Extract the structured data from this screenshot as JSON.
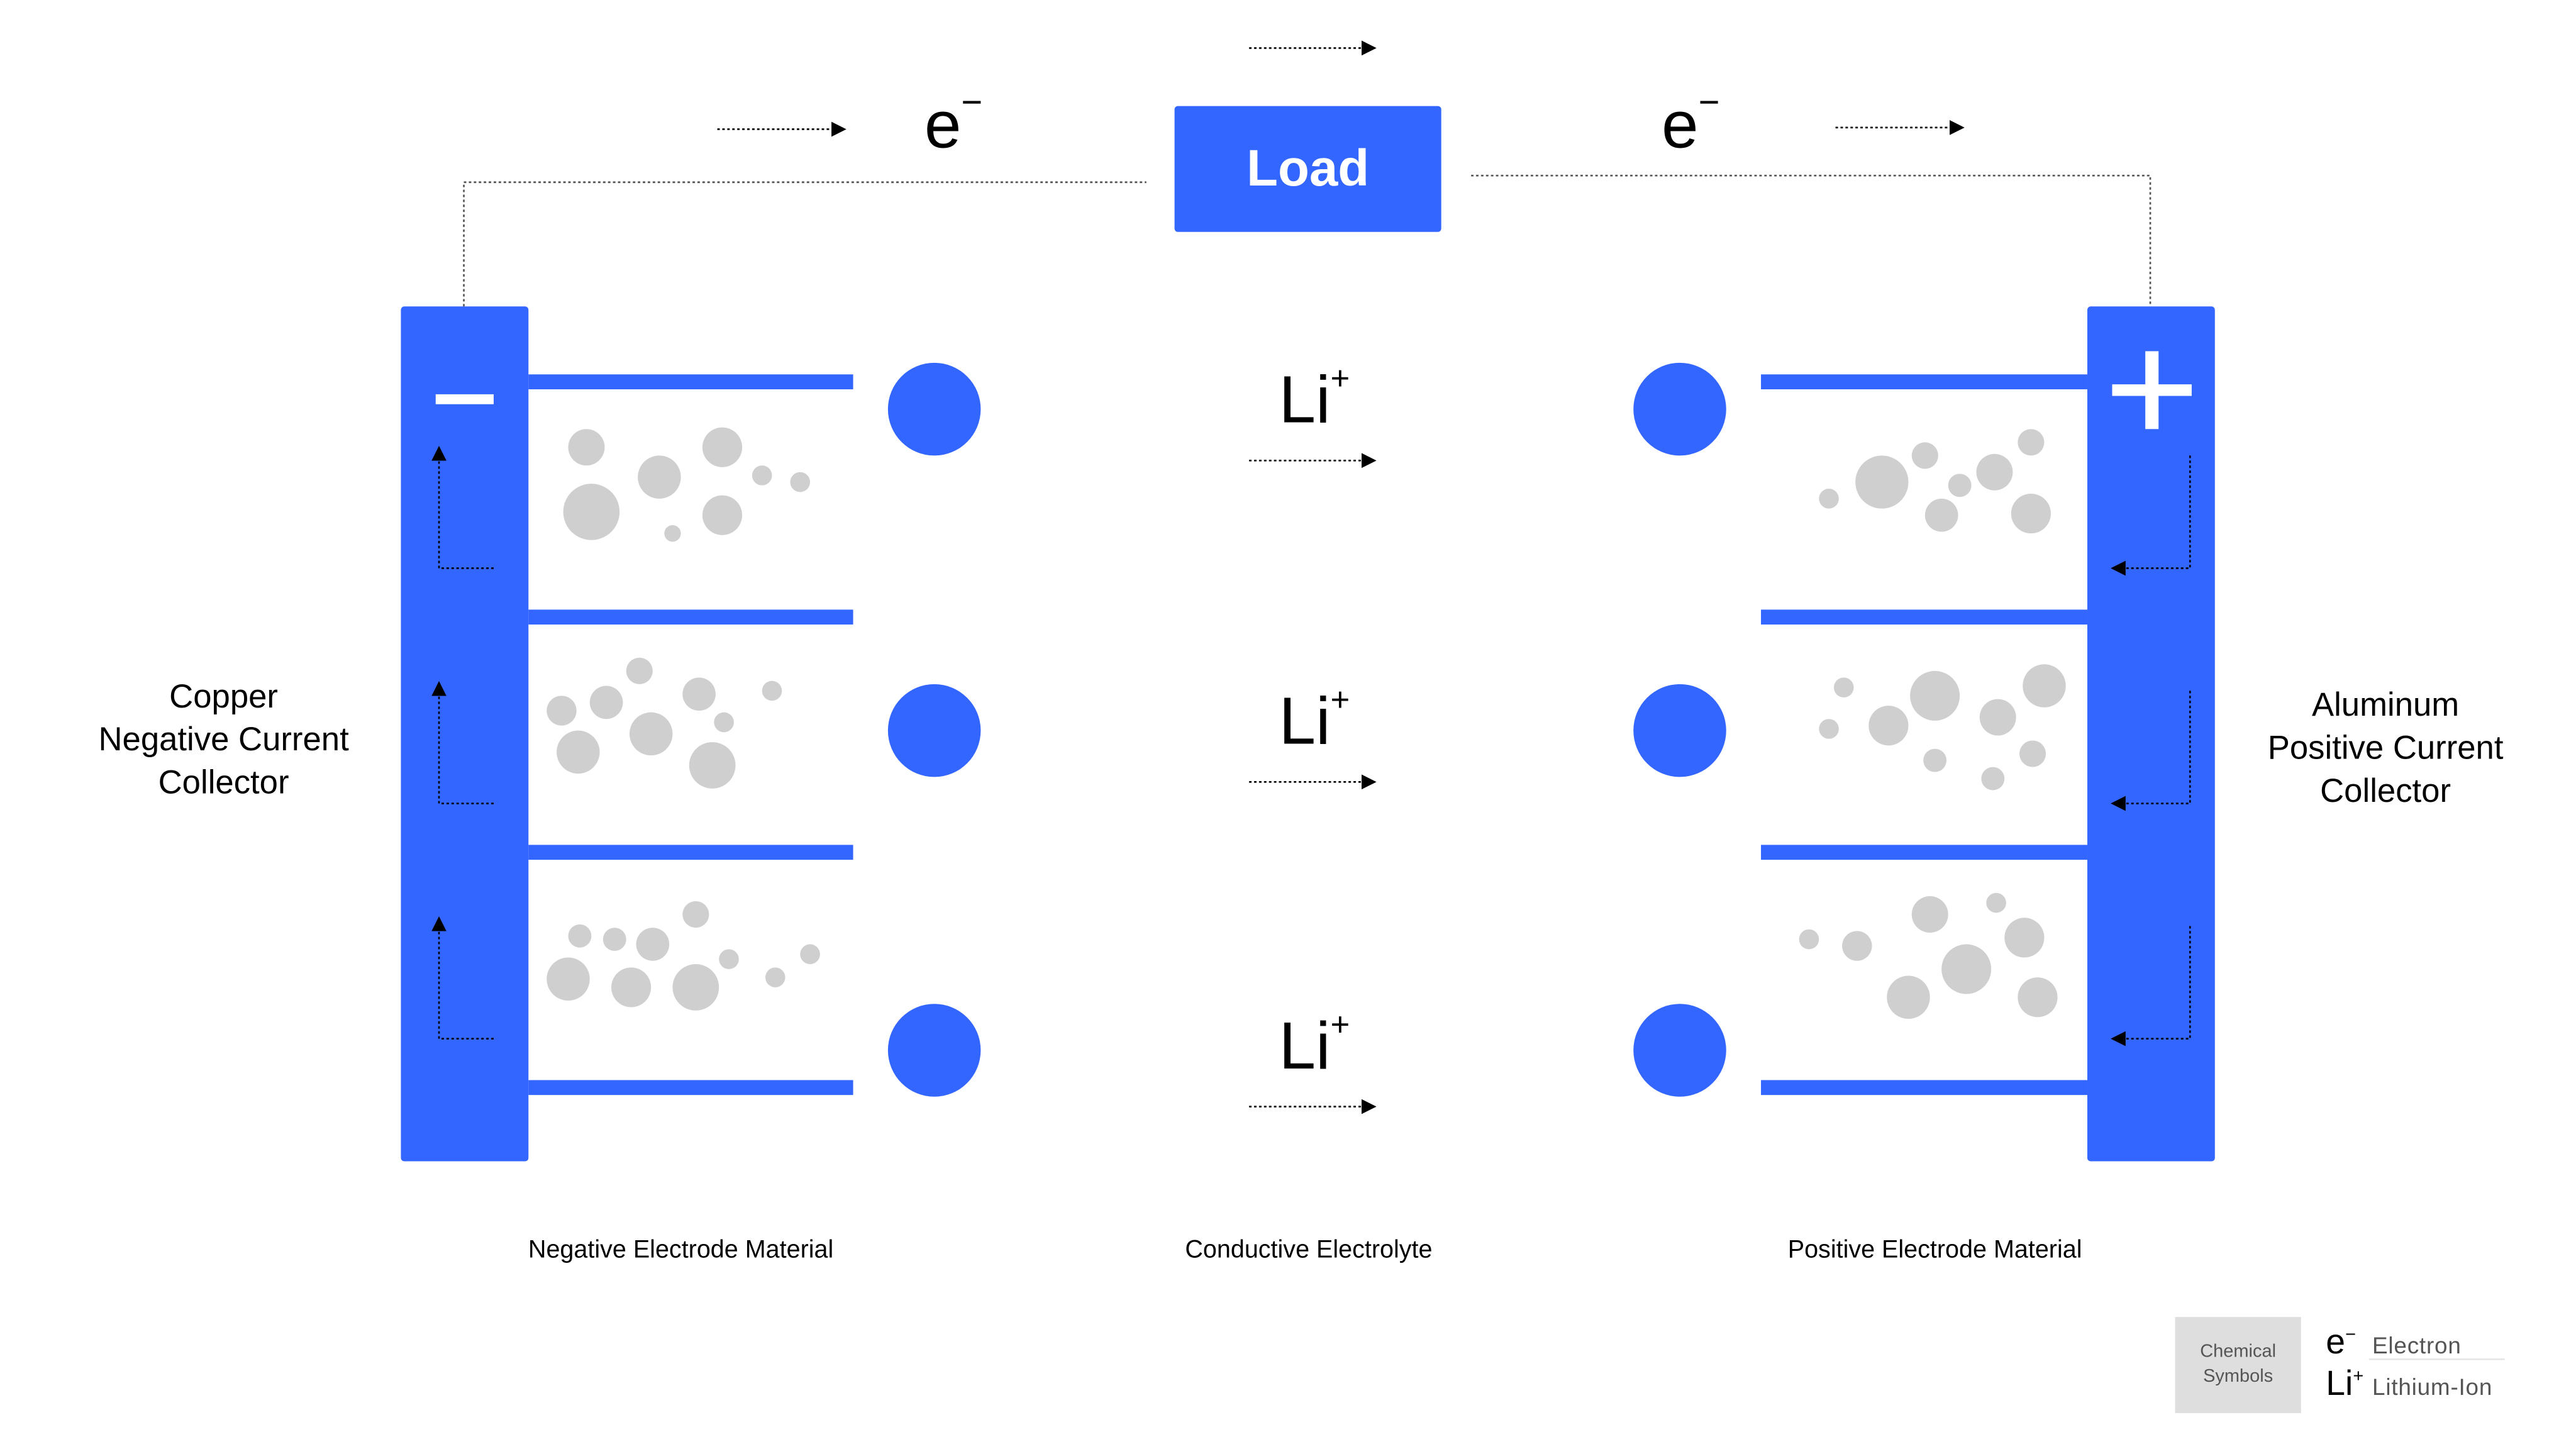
{
  "colors": {
    "accent": "#3366ff",
    "particle": "#cfcfcf",
    "legend_bg": "#dedede"
  },
  "circuit": {
    "load_label": "Load",
    "electron_symbol": "e",
    "electron_charge": "−"
  },
  "electrolyte": {
    "ion_symbol": "Li",
    "ion_charge": "+",
    "ion_count": 3
  },
  "negative_collector": {
    "sign": "−",
    "label_lines": [
      "Copper",
      "Negative Current",
      "Collector"
    ]
  },
  "positive_collector": {
    "sign": "+",
    "label_lines": [
      "Aluminum",
      "Positive Current",
      "Collector"
    ]
  },
  "regions": {
    "negative": "Negative Electrode Material",
    "electrolyte": "Conductive Electrolyte",
    "positive": "Positive Electrode Material"
  },
  "legend": {
    "title_lines": [
      "Chemical",
      "Symbols"
    ],
    "items": [
      {
        "symbol": "e",
        "charge": "−",
        "name": "Electron"
      },
      {
        "symbol": "Li",
        "charge": "+",
        "name": "Lithium-Ion"
      }
    ]
  }
}
